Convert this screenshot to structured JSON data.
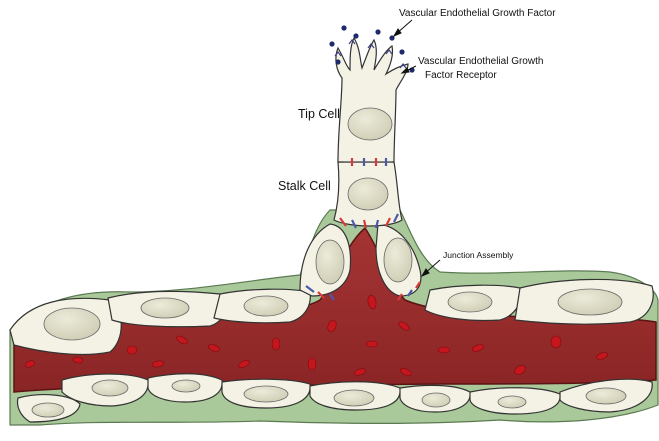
{
  "labels": {
    "vegf": "Vascular Endothelial Growth Factor",
    "vegfr_line1": "Vascular Endothelial Growth",
    "vegfr_line2": "Factor Receptor",
    "tip_cell": "Tip Cell",
    "stalk_cell": "Stalk Cell",
    "junction": "Junction Assembly"
  },
  "colors": {
    "cell_fill": "#f4f2e4",
    "nucleus": "#d9d8c2",
    "lumen": "#9b2c2c",
    "lumen_dark": "#7e1e1e",
    "red_cell": "#c4161c",
    "pericyte": "#9fc48f",
    "vegf_dot": "#1f2a6b",
    "junction_red": "#d63a3a",
    "junction_blue": "#4a5aa8"
  }
}
